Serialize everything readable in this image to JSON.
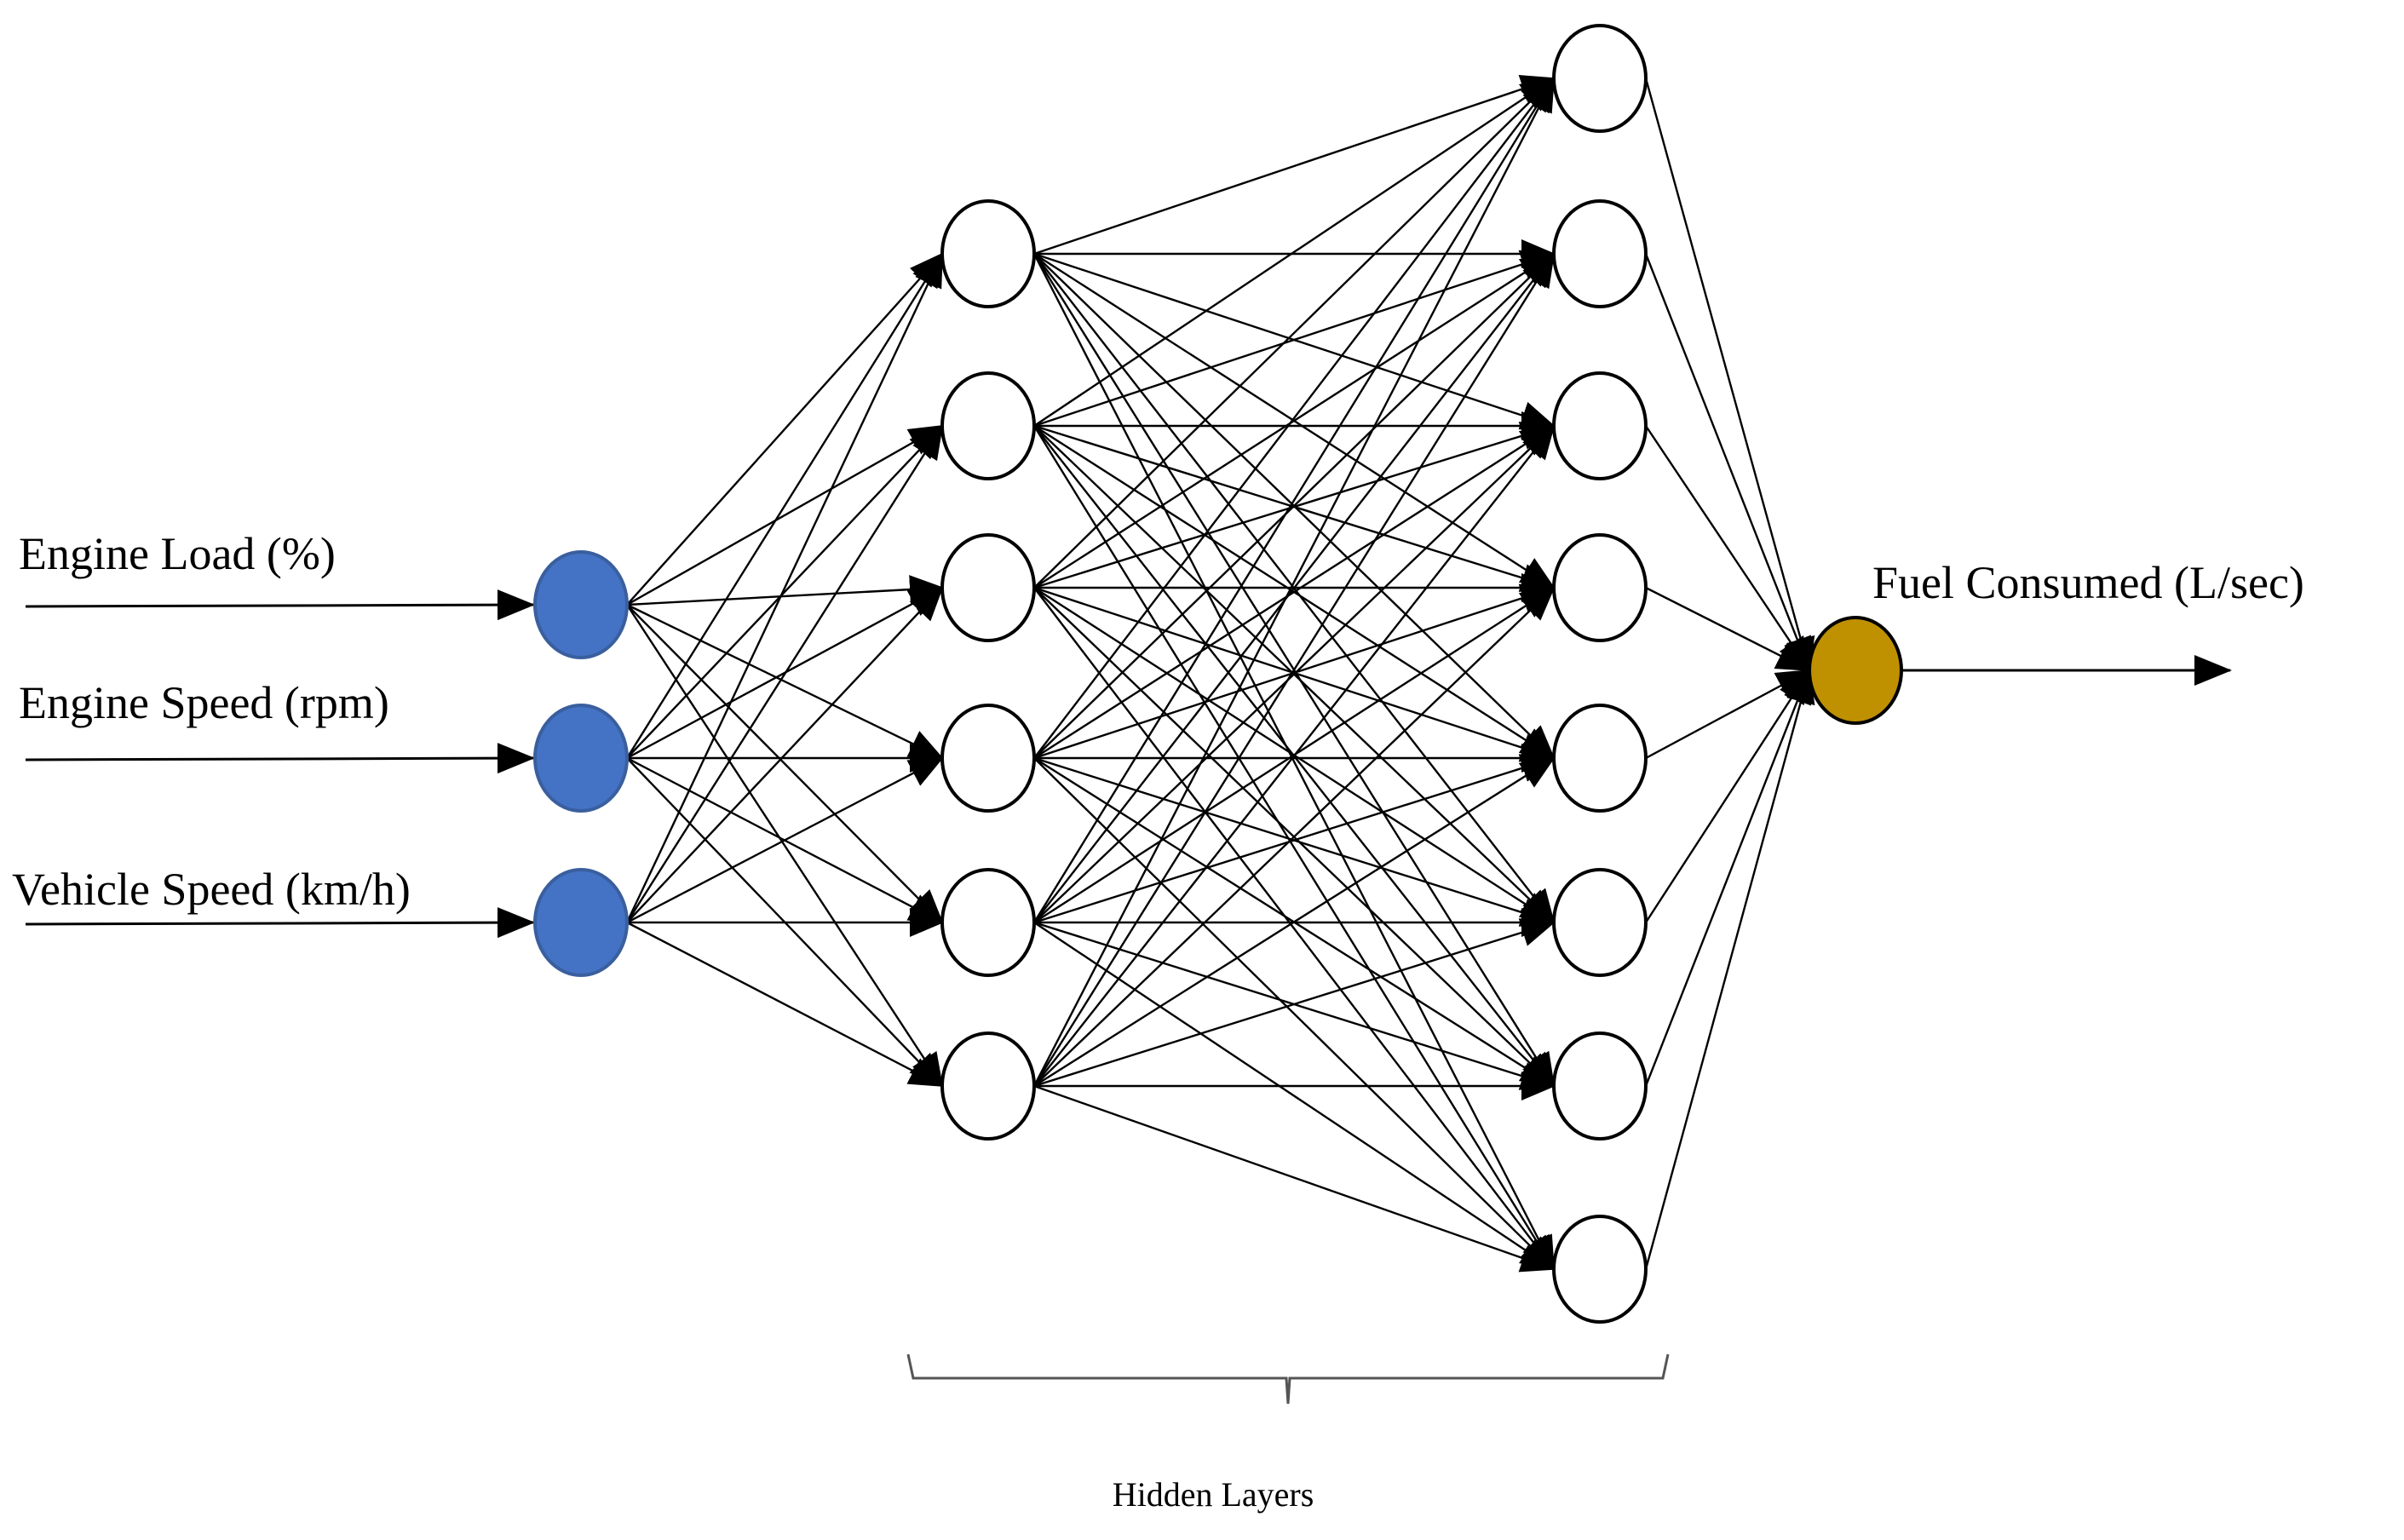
{
  "diagram": {
    "inputs": [
      {
        "label": "Engine Load (%)"
      },
      {
        "label": "Engine Speed (rpm)"
      },
      {
        "label": "Vehicle Speed (km/h)"
      }
    ],
    "output": {
      "label": "Fuel Consumed (L/sec)"
    },
    "hidden_layers_caption": "Hidden Layers",
    "layer_sizes": [
      3,
      6,
      8,
      1
    ],
    "colors": {
      "input_fill": "#4472C4",
      "input_stroke": "#3A5F9E",
      "hidden_fill": "#FFFFFF",
      "hidden_stroke": "#000000",
      "output_fill": "#BF9000",
      "output_stroke": "#000000",
      "edge": "#000000"
    }
  }
}
